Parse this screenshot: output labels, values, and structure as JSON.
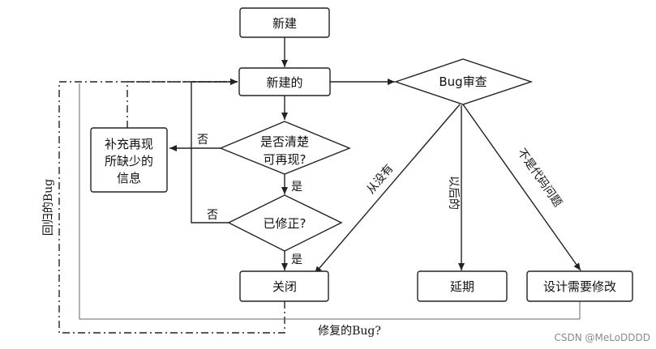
{
  "nodes": {
    "new": "新建",
    "new_state": "新建的",
    "bug_review": "Bug审查",
    "add_info_line1": "补充再现",
    "add_info_line2": "所缺少的",
    "add_info_line3": "信息",
    "clear_line1": "是否清楚",
    "clear_line2": "可再现?",
    "fixed": "已修正?",
    "closed": "关闭",
    "deferred": "延期",
    "design_change": "设计需要修改"
  },
  "edge_labels": {
    "no_1": "否",
    "yes_1": "是",
    "no_2": "否",
    "yes_2": "是",
    "never_had": "从没有",
    "later": "以后的",
    "not_code_issue": "不是代码问题",
    "regression_bug": "回归的Bug",
    "fixed_bug": "修复的Bug?"
  },
  "watermark": "CSDN @MeLoDDDD"
}
